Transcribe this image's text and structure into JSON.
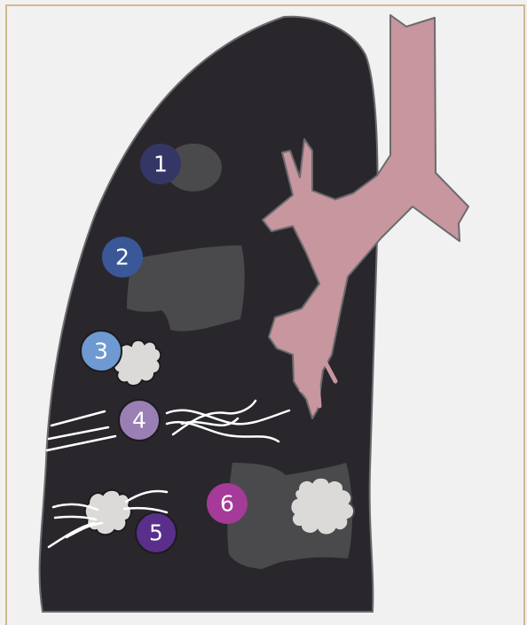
{
  "markers": [
    {
      "label": "1",
      "color": "#343766"
    },
    {
      "label": "2",
      "color": "#3a5797"
    },
    {
      "label": "3",
      "color": "#6f99d2"
    },
    {
      "label": "4",
      "color": "#9a7fb4"
    },
    {
      "label": "5",
      "color": "#5a2f8c"
    },
    {
      "label": "6",
      "color": "#a53a99"
    }
  ],
  "colors": {
    "lung": "#29272c",
    "lung_outline": "#6b6b6e",
    "airway": "#c7969e",
    "airway_outline": "#6b6b6e",
    "opacity_dark": "#4a494c",
    "nodule": "#dcdad8",
    "frame": "#d2b88e",
    "background": "#f1f1f1"
  }
}
